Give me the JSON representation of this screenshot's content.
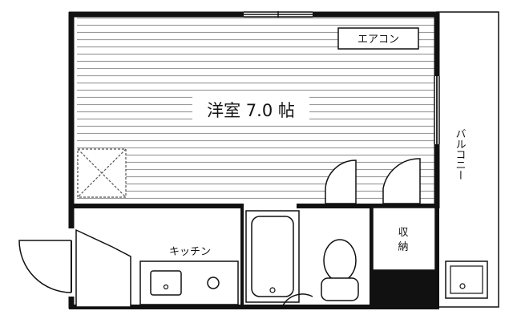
{
  "rooms": {
    "western_room": "洋室 7.0 帖",
    "kitchen": "キッチン",
    "storage_line1": "収",
    "storage_line2": "納",
    "balcony": "バルコニー"
  },
  "fixtures": {
    "air_conditioner": "エアコン"
  },
  "colors": {
    "wall": "#111111",
    "stripe": "#9a9a9a",
    "closet_fill": "#111111",
    "background": "#ffffff"
  }
}
